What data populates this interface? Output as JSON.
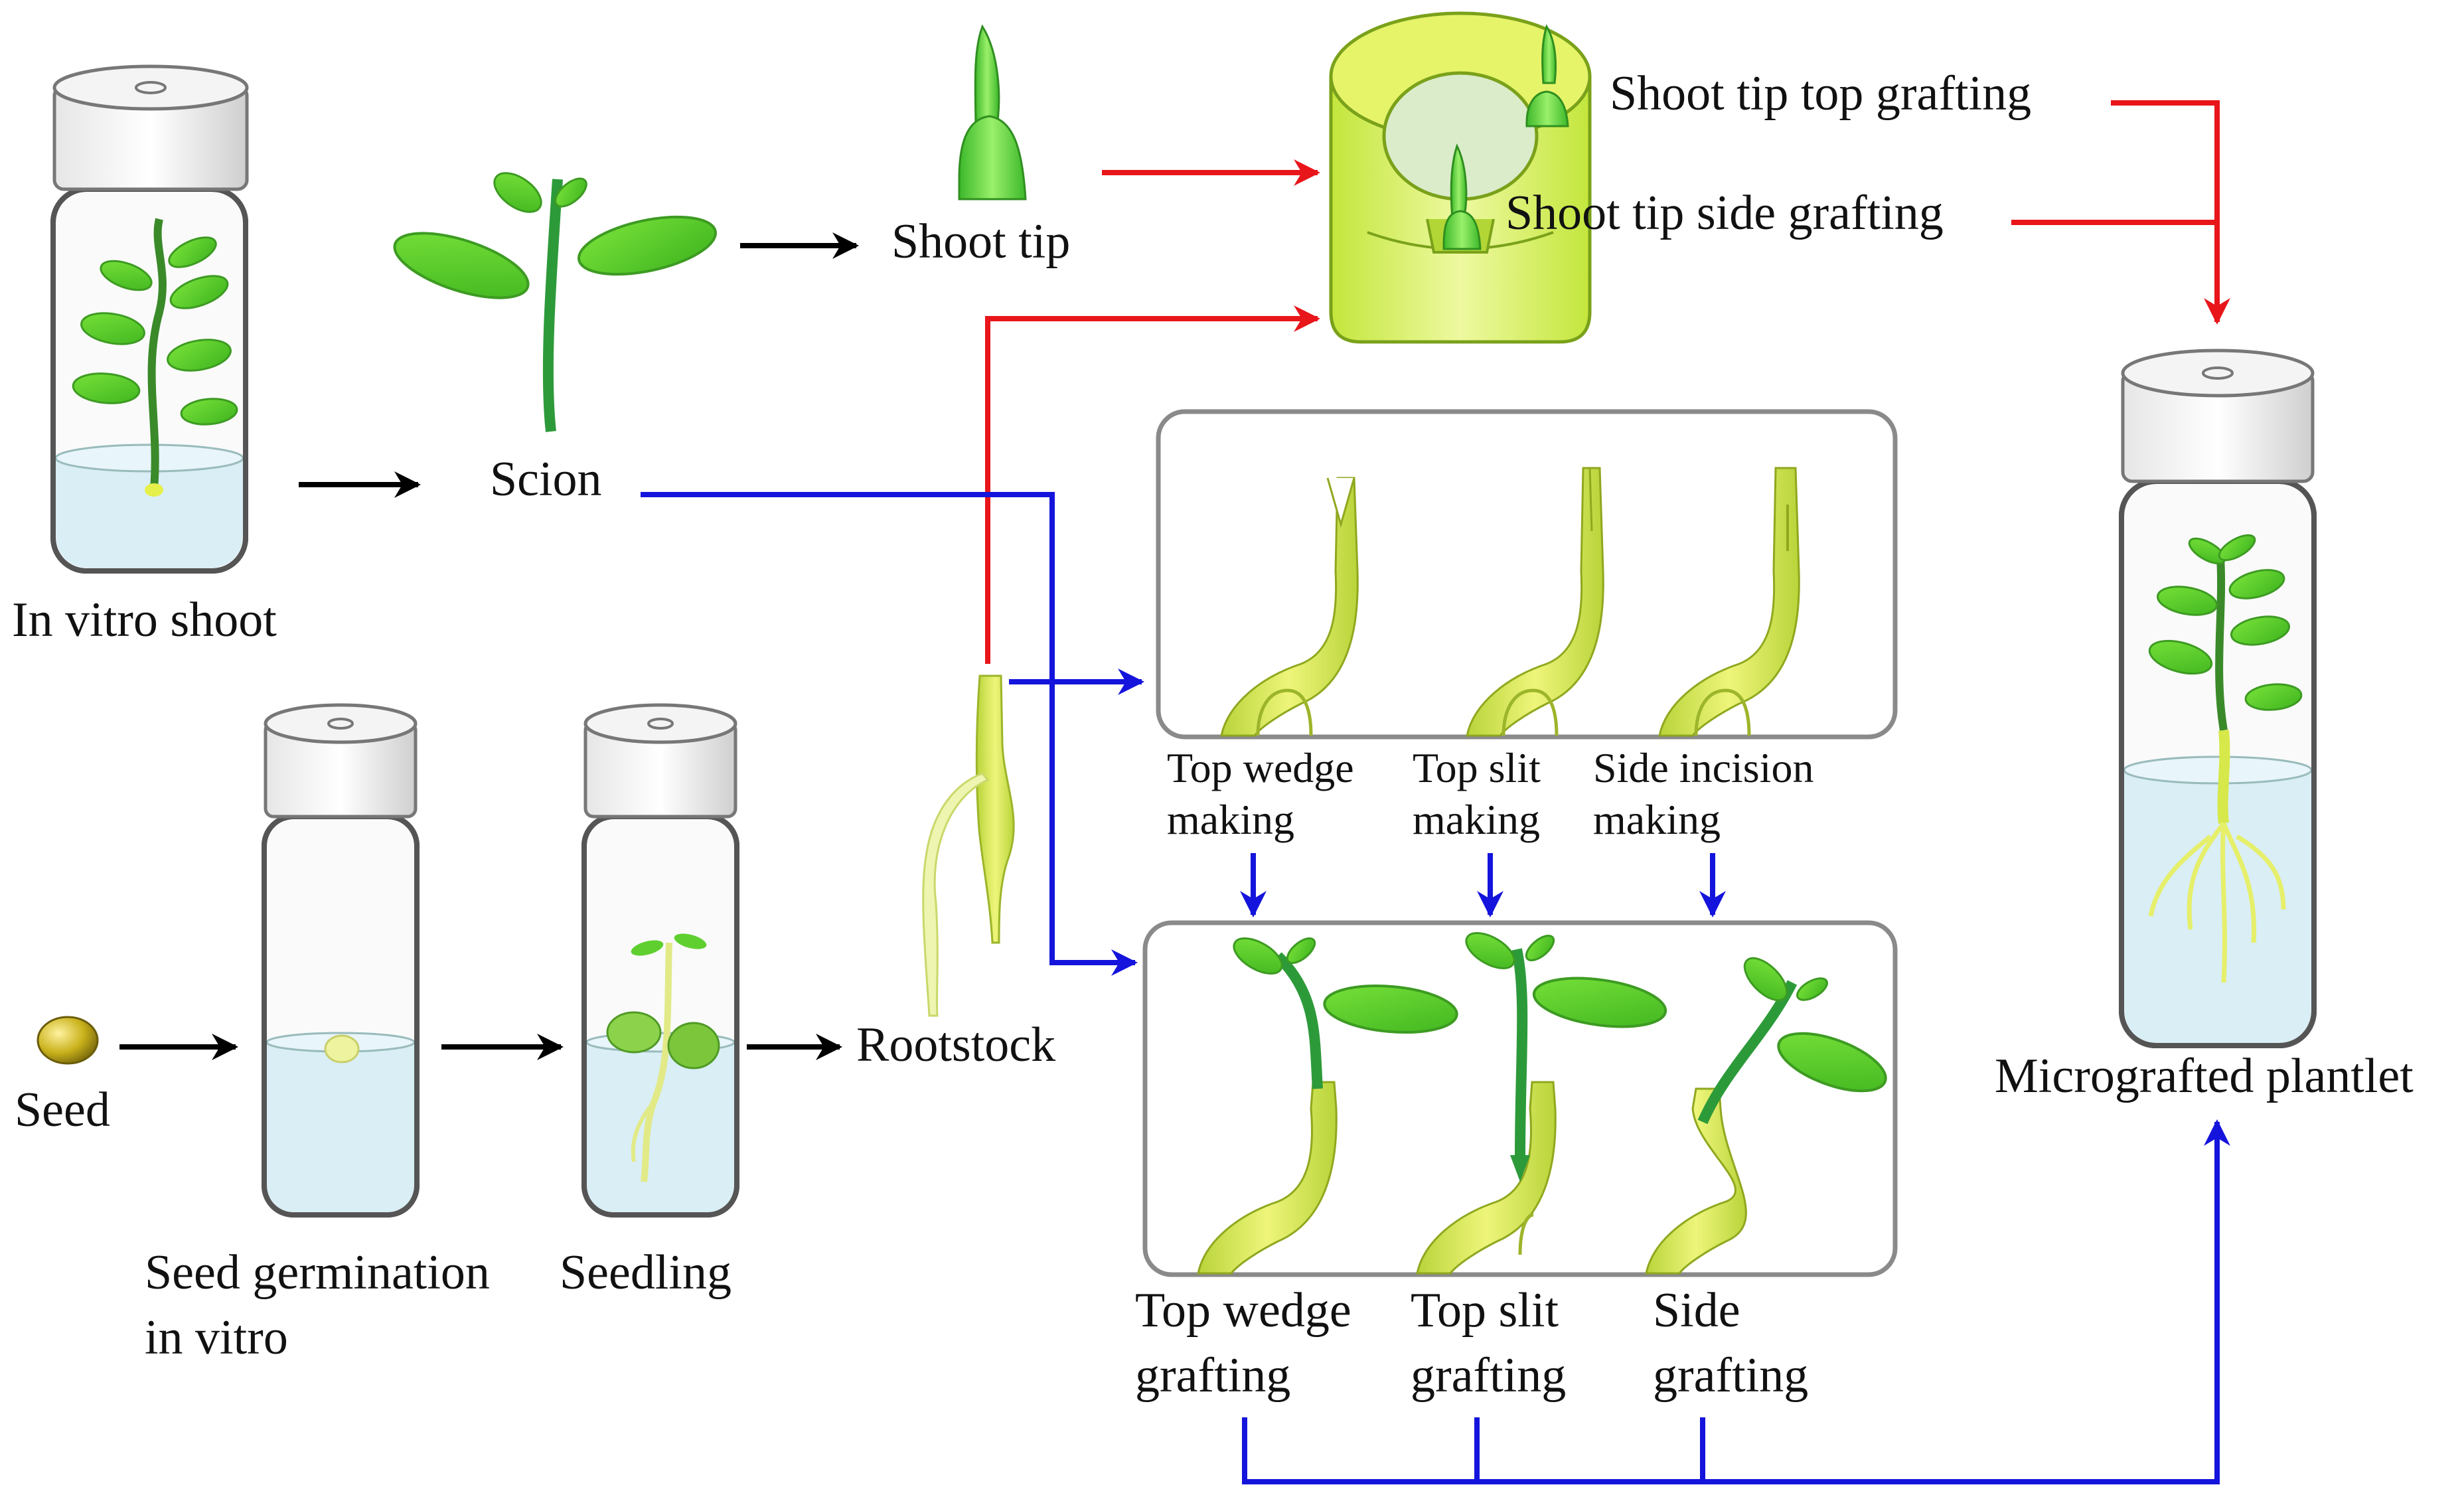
{
  "labels": {
    "in_vitro_shoot": "In vitro shoot",
    "scion": "Scion",
    "shoot_tip": "Shoot tip",
    "shoot_tip_top_grafting": "Shoot tip top grafting",
    "shoot_tip_side_grafting": "Shoot tip side grafting",
    "micrografted_plantlet": "Micrografted plantlet",
    "seed": "Seed",
    "seed_germination_line1": "Seed germination",
    "seed_germination_line2": "in vitro",
    "seedling": "Seedling",
    "rootstock": "Rootstock",
    "top_wedge_making_line1": "Top wedge",
    "top_wedge_making_line2": "making",
    "top_slit_making_line1": "Top slit",
    "top_slit_making_line2": "making",
    "side_incision_making_line1": "Side incision",
    "side_incision_making_line2": "making",
    "top_wedge_grafting_line1": "Top wedge",
    "top_wedge_grafting_line2": "grafting",
    "top_slit_grafting_line1": "Top slit",
    "top_slit_grafting_line2": "grafting",
    "side_grafting_line1": "Side",
    "side_grafting_line2": "grafting"
  },
  "colors": {
    "red_arrow": "#e8151b",
    "blue_arrow": "#1414dc",
    "black_arrow": "#000000",
    "leaf": "#5fcf2f",
    "stem": "#2d9a3a",
    "rootstock": "#d6e84a",
    "medium": "#d9eef5"
  },
  "icons": [
    "culture-tube-icon",
    "leaf-icon",
    "seed-icon",
    "shoot-tip-icon",
    "rootstock-icon"
  ]
}
